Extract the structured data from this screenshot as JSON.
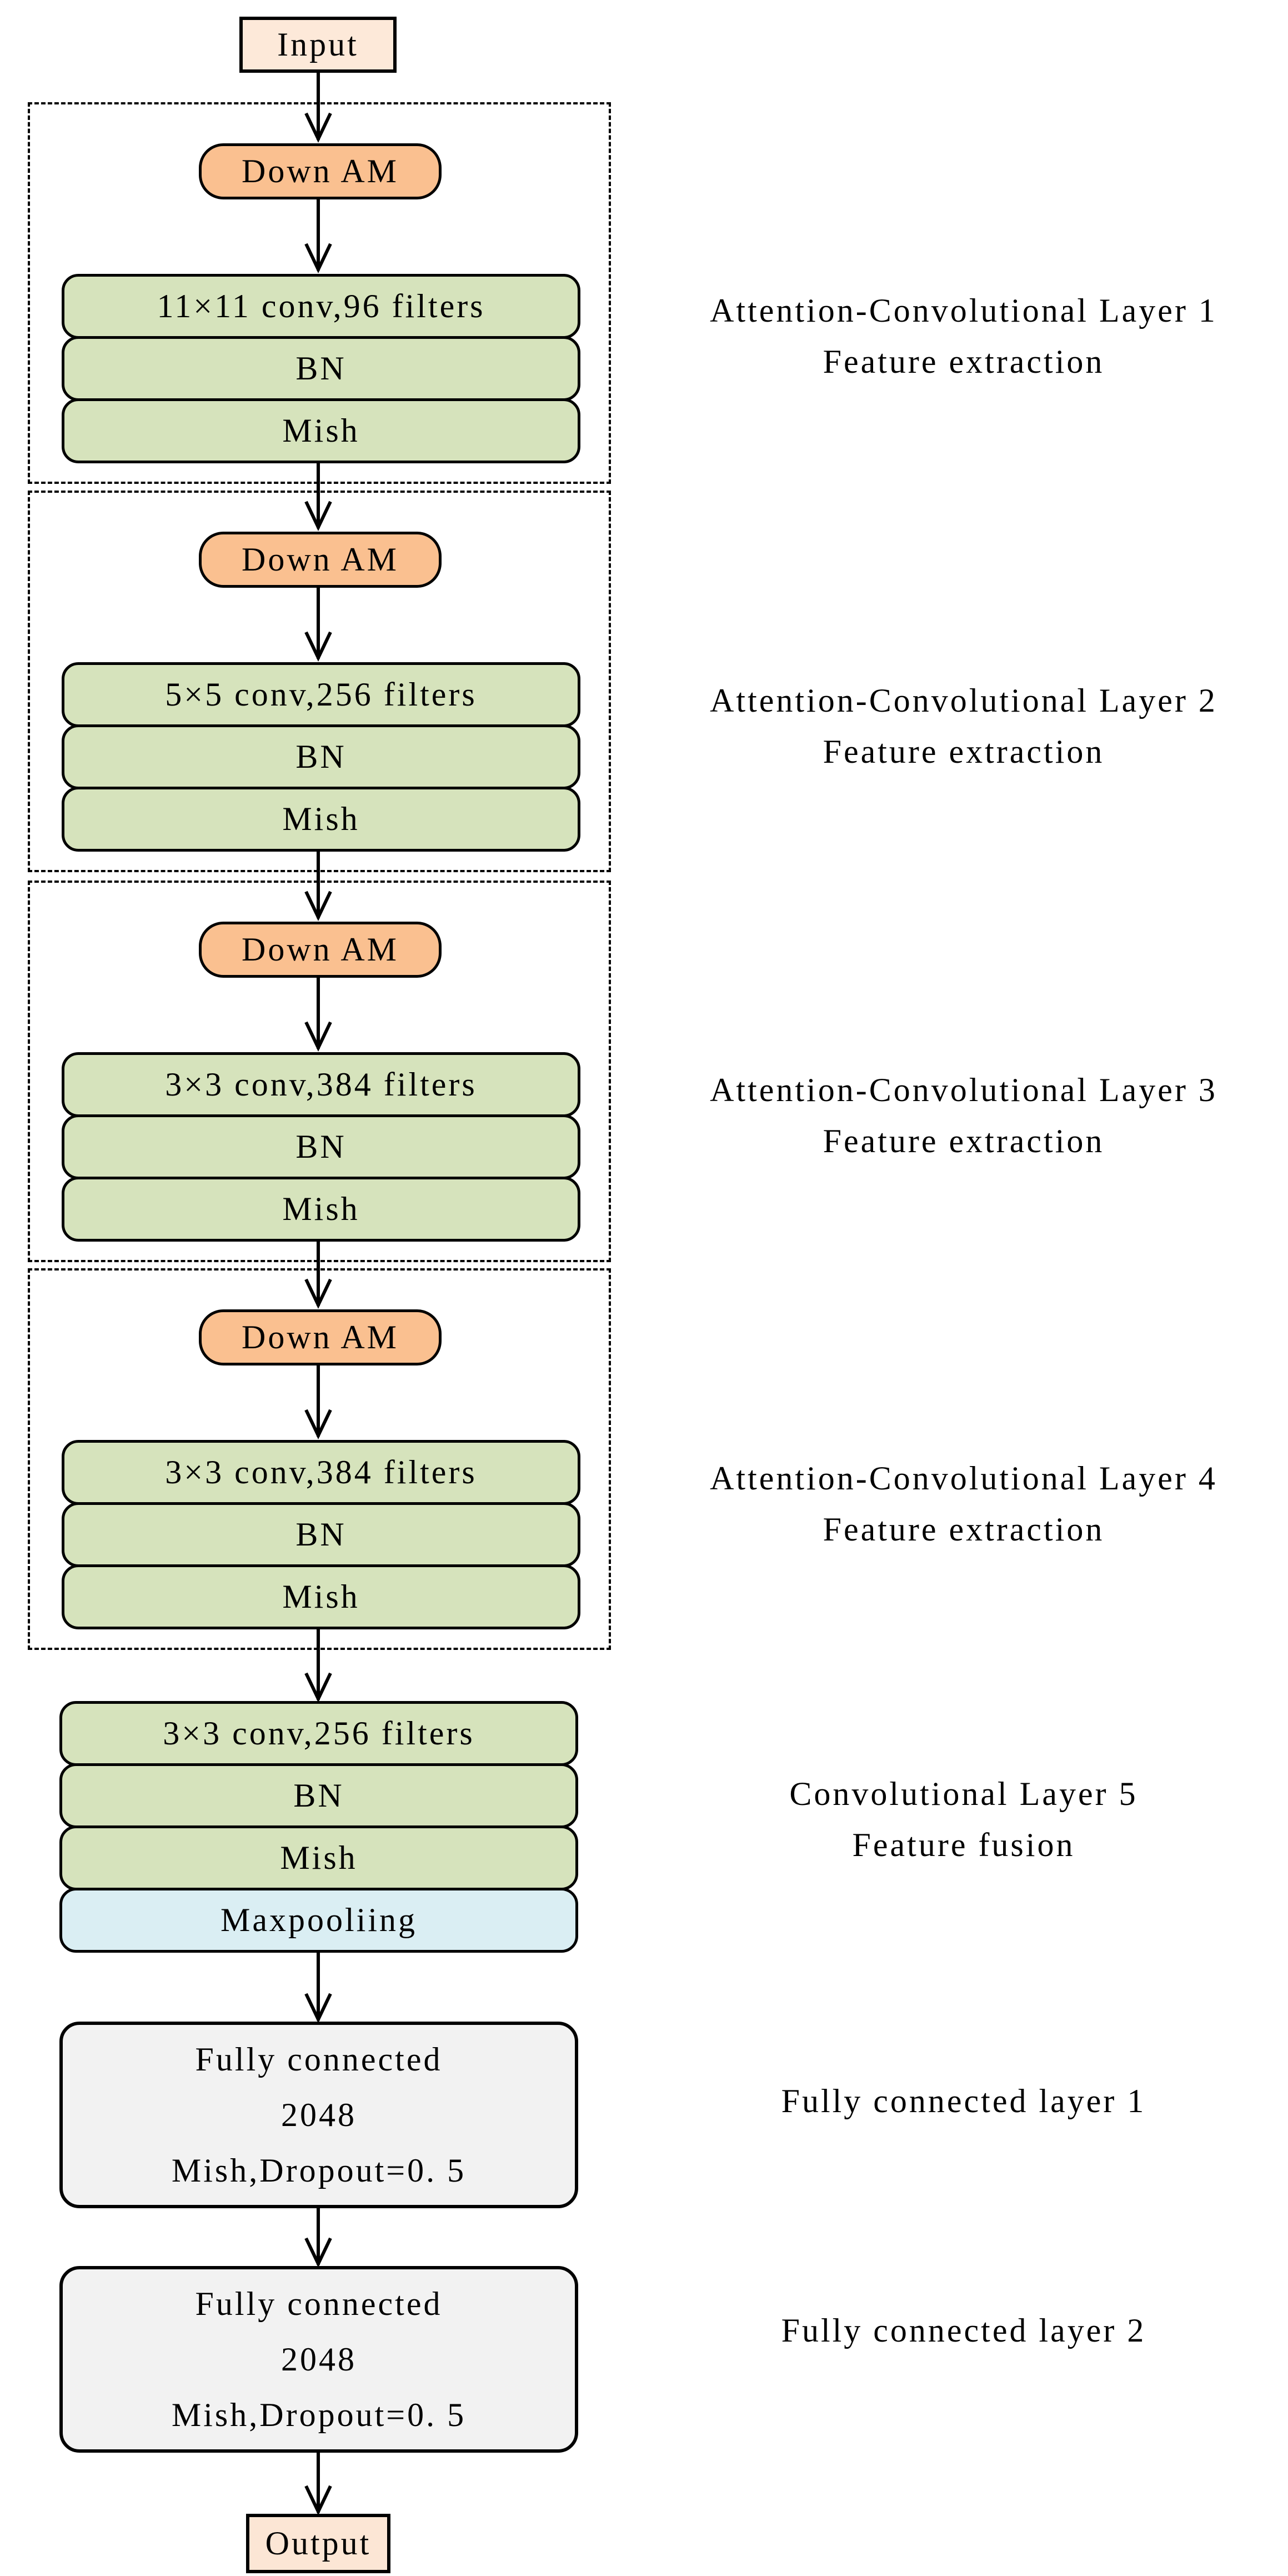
{
  "input": {
    "label": "Input"
  },
  "output": {
    "label": "Output"
  },
  "groups": [
    {
      "am": "Down AM",
      "conv": "11×11 conv,96 filters",
      "bn": "BN",
      "act": "Mish",
      "side_label": [
        "Attention-Convolutional Layer 1",
        "Feature extraction"
      ]
    },
    {
      "am": "Down AM",
      "conv": "5×5 conv,256 filters",
      "bn": "BN",
      "act": "Mish",
      "side_label": [
        "Attention-Convolutional Layer 2",
        "Feature extraction"
      ]
    },
    {
      "am": "Down AM",
      "conv": "3×3 conv,384 filters",
      "bn": "BN",
      "act": "Mish",
      "side_label": [
        "Attention-Convolutional Layer 3",
        "Feature extraction"
      ]
    },
    {
      "am": "Down AM",
      "conv": "3×3 conv,384 filters",
      "bn": "BN",
      "act": "Mish",
      "side_label": [
        "Attention-Convolutional Layer 4",
        "Feature extraction"
      ]
    }
  ],
  "conv5": {
    "conv": "3×3 conv,256 filters",
    "bn": "BN",
    "act": "Mish",
    "pool": "Maxpooliing",
    "side_label": [
      "Convolutional Layer 5",
      "Feature fusion"
    ]
  },
  "fc": [
    {
      "lines": [
        "Fully connected",
        "2048",
        "Mish,Dropout=0. 5"
      ],
      "side_label": [
        "Fully connected layer 1"
      ]
    },
    {
      "lines": [
        "Fully connected",
        "2048",
        "Mish,Dropout=0. 5"
      ],
      "side_label": [
        "Fully connected layer 2"
      ]
    }
  ],
  "colors": {
    "input_fill": "#FDE9D9",
    "output_fill": "#FCE6D5",
    "attention_fill": "#FAC090",
    "conv_fill": "#D6E3BC",
    "pool_fill": "#DAEEF3",
    "fc_fill": "#F2F2F2",
    "border": "#000000"
  }
}
